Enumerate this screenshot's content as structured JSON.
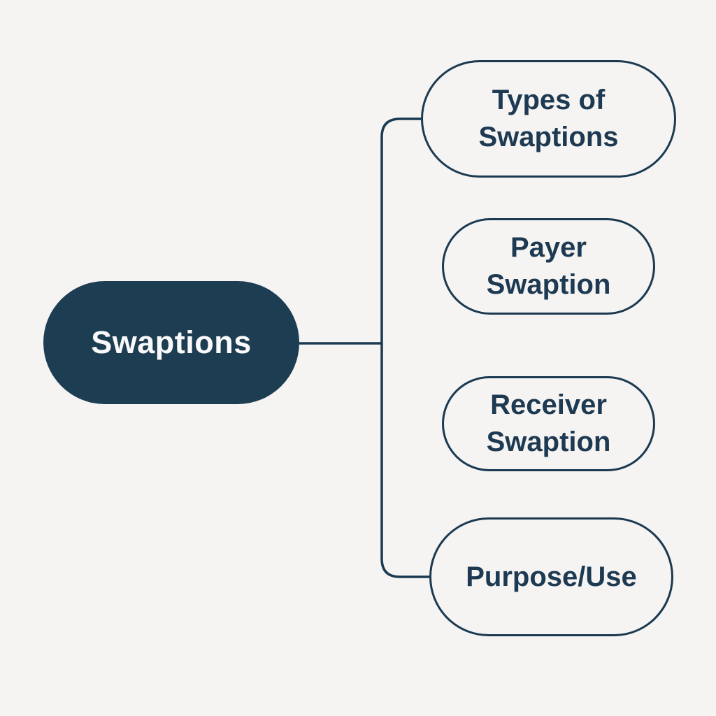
{
  "root": {
    "label": "Swaptions"
  },
  "children": [
    {
      "label": "Types of Swaptions"
    },
    {
      "label": "Payer Swaption"
    },
    {
      "label": "Receiver Swaption"
    },
    {
      "label": "Purpose/Use"
    }
  ],
  "colors": {
    "background": "#f5f4f2",
    "node_fill": "#1d3d53",
    "line": "#1b3a52",
    "child_text": "#1d3a52",
    "root_text": "#fafafa"
  }
}
